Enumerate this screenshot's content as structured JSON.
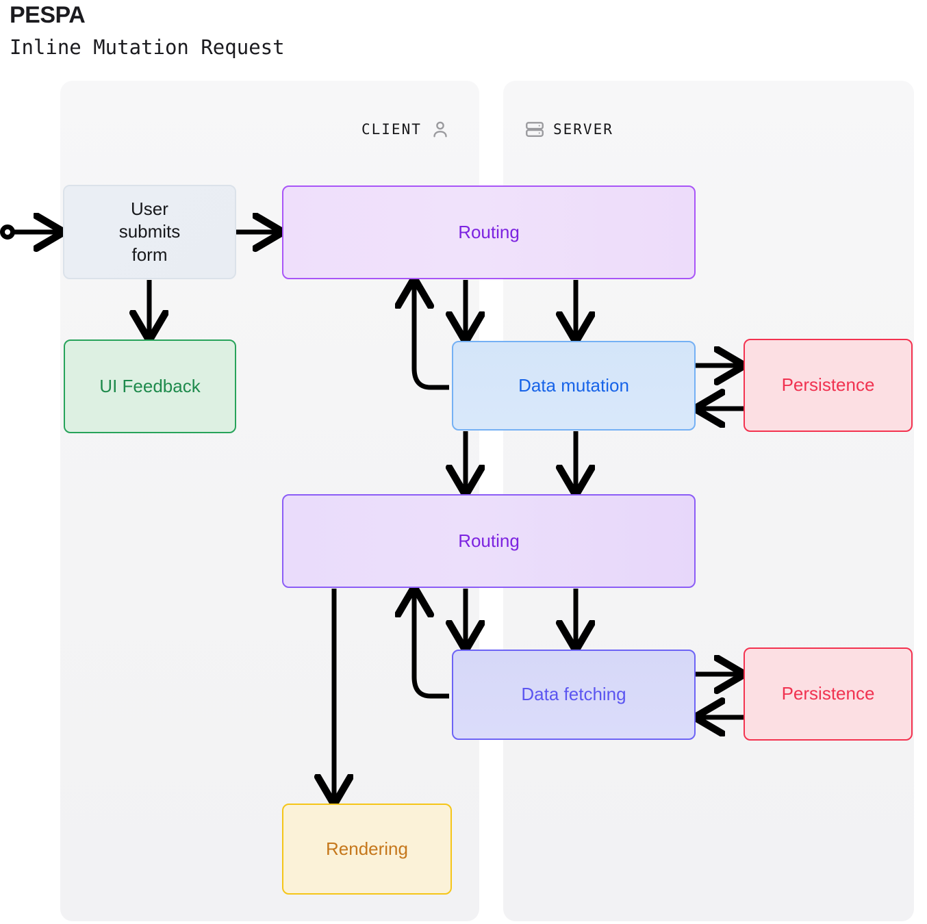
{
  "header": {
    "title": "PESPA",
    "subtitle": "Inline Mutation Request"
  },
  "lanes": [
    {
      "id": "client",
      "label": "CLIENT",
      "icon": "user-icon",
      "icon_side": "right"
    },
    {
      "id": "server",
      "label": "SERVER",
      "icon": "server-icon",
      "icon_side": "left"
    }
  ],
  "nodes": [
    {
      "id": "user-submits-form",
      "label": "User\nsubmits\nform",
      "lane": "client",
      "fill": "#eaeef4",
      "stroke": "#dbe2ea",
      "text": "#17181b"
    },
    {
      "id": "ui-feedback",
      "label": "UI Feedback",
      "lane": "client",
      "fill": "#ddf0e2",
      "stroke": "#27a35a",
      "text": "#1e8a4c"
    },
    {
      "id": "routing-1",
      "label": "Routing",
      "lane": "both",
      "fill": "#efdffb",
      "stroke": "#a855f7",
      "text": "#7c23e0"
    },
    {
      "id": "data-mutation",
      "label": "Data mutation",
      "lane": "both",
      "fill": "#d4e5f9",
      "stroke": "#74b0f4",
      "text": "#1763e8"
    },
    {
      "id": "persistence-1",
      "label": "Persistence",
      "lane": "server",
      "fill": "#fcdfe3",
      "stroke": "#f3324f",
      "text": "#f03250"
    },
    {
      "id": "routing-2",
      "label": "Routing",
      "lane": "both",
      "fill": "#eadcfb",
      "stroke": "#8b5cf6",
      "text": "#7c23e0"
    },
    {
      "id": "data-fetching",
      "label": "Data fetching",
      "lane": "both",
      "fill": "#d6d8f8",
      "stroke": "#6c63f5",
      "text": "#5b55f0"
    },
    {
      "id": "persistence-2",
      "label": "Persistence",
      "lane": "server",
      "fill": "#fcdfe3",
      "stroke": "#f3324f",
      "text": "#f03250"
    },
    {
      "id": "rendering",
      "label": "Rendering",
      "lane": "client",
      "fill": "#fbf2d8",
      "stroke": "#f5c518",
      "text": "#c5771b"
    }
  ],
  "edges": [
    {
      "from": "start",
      "to": "user-submits-form",
      "kind": "straight"
    },
    {
      "from": "user-submits-form",
      "to": "routing-1",
      "kind": "straight"
    },
    {
      "from": "user-submits-form",
      "to": "ui-feedback",
      "kind": "straight"
    },
    {
      "from": "routing-1",
      "to": "data-mutation",
      "kind": "straight"
    },
    {
      "from": "routing-1",
      "to": "data-mutation",
      "kind": "straight"
    },
    {
      "from": "data-mutation",
      "to": "routing-1",
      "kind": "curved-feedback"
    },
    {
      "from": "data-mutation",
      "to": "persistence-1",
      "kind": "straight"
    },
    {
      "from": "persistence-1",
      "to": "data-mutation",
      "kind": "straight"
    },
    {
      "from": "data-mutation",
      "to": "routing-2",
      "kind": "straight"
    },
    {
      "from": "data-mutation",
      "to": "routing-2",
      "kind": "straight"
    },
    {
      "from": "routing-2",
      "to": "data-fetching",
      "kind": "straight"
    },
    {
      "from": "routing-2",
      "to": "data-fetching",
      "kind": "straight"
    },
    {
      "from": "data-fetching",
      "to": "routing-2",
      "kind": "curved-feedback"
    },
    {
      "from": "data-fetching",
      "to": "persistence-2",
      "kind": "straight"
    },
    {
      "from": "persistence-2",
      "to": "data-fetching",
      "kind": "straight"
    },
    {
      "from": "routing-2",
      "to": "rendering",
      "kind": "straight"
    }
  ],
  "colors": {
    "background": "#ffffff",
    "lane_panel": "#f5f5f6",
    "edge": "#000000",
    "title": "#1b1b1f"
  }
}
